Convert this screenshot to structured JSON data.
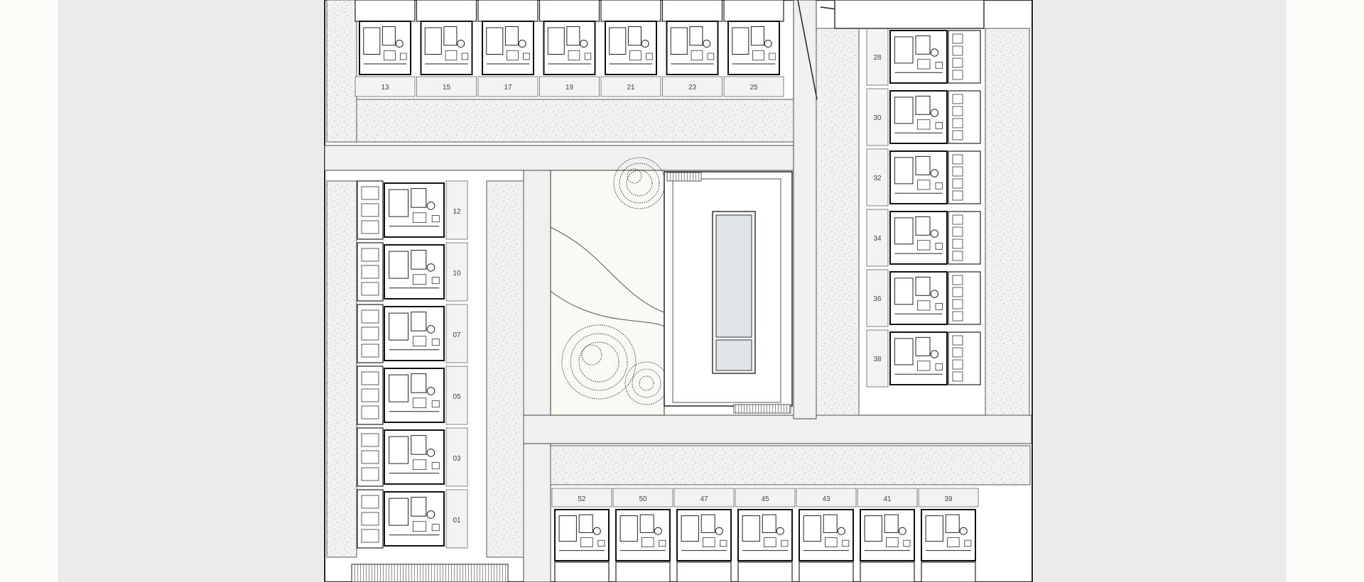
{
  "units": {
    "top_row": [
      "13",
      "15",
      "17",
      "19",
      "21",
      "23",
      "25"
    ],
    "right_column": [
      "28",
      "30",
      "32",
      "34",
      "36",
      "38"
    ],
    "left_column": [
      "12",
      "10",
      "07",
      "05",
      "03",
      "01"
    ],
    "bottom_row": [
      "52",
      "50",
      "47",
      "45",
      "43",
      "41",
      "39"
    ]
  }
}
